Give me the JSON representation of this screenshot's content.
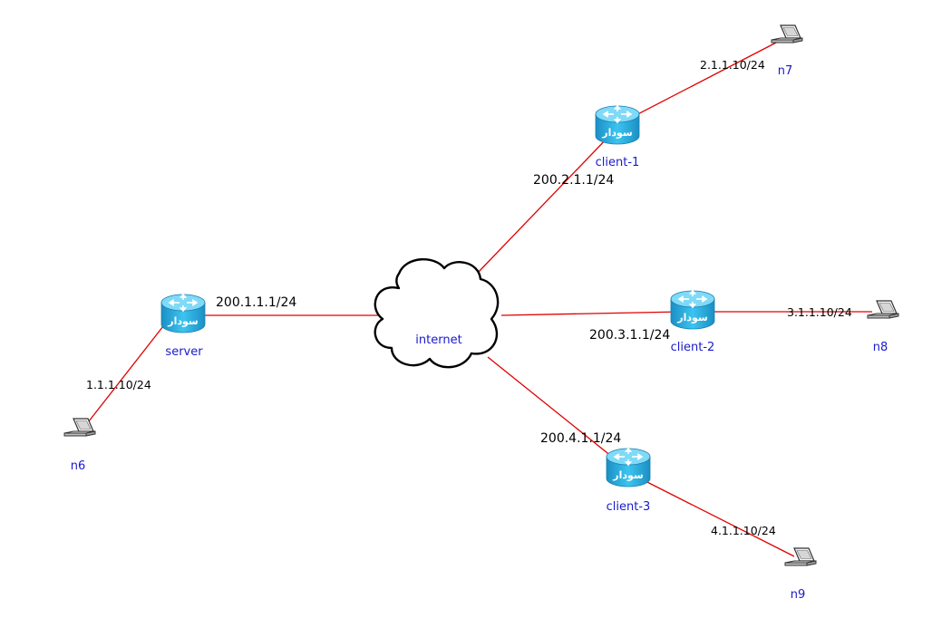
{
  "colors": {
    "link": "#e00000",
    "node_label": "#1a1acc",
    "router_body": "#2bb3e8",
    "router_top": "#6fd3f5",
    "cloud_fill": "#ffffff",
    "cloud_stroke": "#000000"
  },
  "nodes": {
    "internet": {
      "label": "internet",
      "icon": "cloud-icon"
    },
    "server": {
      "label": "server",
      "icon": "router-icon",
      "badge": "سودار"
    },
    "client1": {
      "label": "client-1",
      "icon": "router-icon",
      "badge": "سودار"
    },
    "client2": {
      "label": "client-2",
      "icon": "router-icon",
      "badge": "سودار"
    },
    "client3": {
      "label": "client-3",
      "icon": "router-icon",
      "badge": "سودار"
    },
    "n6": {
      "label": "n6",
      "icon": "laptop-icon"
    },
    "n7": {
      "label": "n7",
      "icon": "laptop-icon"
    },
    "n8": {
      "label": "n8",
      "icon": "laptop-icon"
    },
    "n9": {
      "label": "n9",
      "icon": "laptop-icon"
    }
  },
  "addresses": {
    "server_wan": "200.1.1.1/24",
    "server_lan": "1.1.1.10/24",
    "client1_wan": "200.2.1.1/24",
    "client1_lan": "2.1.1.10/24",
    "client2_wan": "200.3.1.1/24",
    "client2_lan": "3.1.1.10/24",
    "client3_wan": "200.4.1.1/24",
    "client3_lan": "4.1.1.10/24"
  }
}
